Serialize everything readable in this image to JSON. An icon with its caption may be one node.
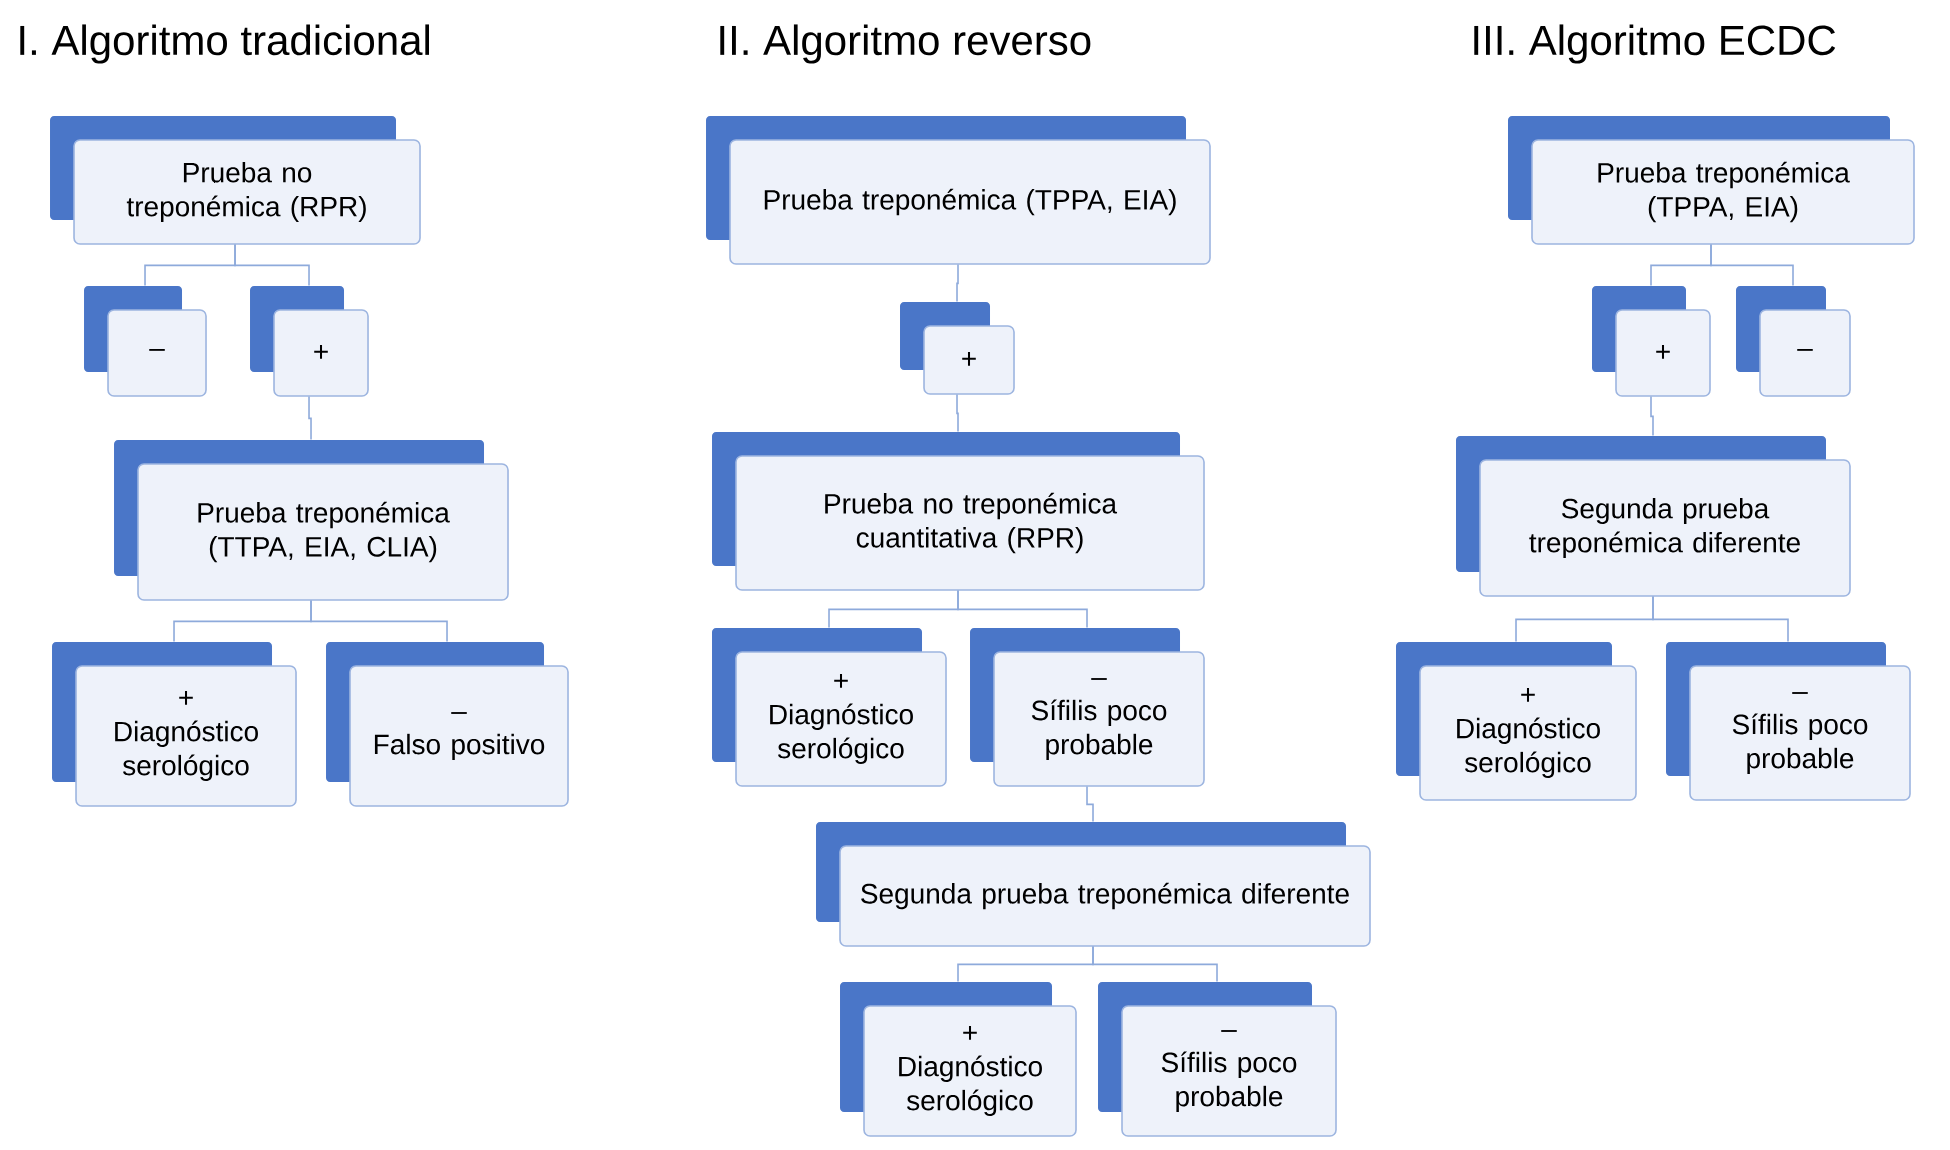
{
  "diagram": {
    "nodes": [
      {
        "text": [
          "Prueba no treponémica (RPR)"
        ]
      },
      {
        "text": [
          "–"
        ]
      },
      {
        "text": [
          "+"
        ]
      },
      {
        "text": [
          "Prueba treponémica (TTPA, EIA, CLIA)"
        ]
      },
      {
        "text": [
          "+",
          "Diagnóstico serológico"
        ]
      },
      {
        "text": [
          "–",
          "Falso positivo"
        ]
      },
      {
        "text": [
          "Prueba treponémica (TPPA, EIA)"
        ]
      },
      {
        "text": [
          "+"
        ]
      },
      {
        "text": [
          "Prueba no treponémica cuantitativa (RPR)"
        ]
      },
      {
        "text": [
          "+",
          "Diagnóstico serológico"
        ]
      },
      {
        "text": [
          "–",
          "Sífilis poco probable"
        ]
      },
      {
        "text": [
          "Segunda prueba treponémica diferente"
        ]
      },
      {
        "text": [
          "+",
          "Diagnóstico serológico"
        ]
      },
      {
        "text": [
          "–",
          "Sífilis poco probable"
        ]
      },
      {
        "text": [
          "Prueba treponémica (TPPA, EIA)"
        ]
      },
      {
        "text": [
          "+"
        ]
      },
      {
        "text": [
          "–"
        ]
      },
      {
        "text": [
          "Segunda prueba treponémica diferente"
        ]
      },
      {
        "text": [
          "+",
          "Diagnóstico serológico"
        ]
      },
      {
        "text": [
          "–",
          "Sífilis poco probable"
        ]
      }
    ],
    "edges": [
      {
        "from": 0,
        "to": 1,
        "arrow": "none"
      },
      {
        "from": 0,
        "to": 2,
        "arrow": "none"
      },
      {
        "from": 2,
        "to": 3,
        "arrow": "none"
      },
      {
        "from": 3,
        "to": 4,
        "arrow": "none"
      },
      {
        "from": 3,
        "to": 5,
        "arrow": "none"
      },
      {
        "from": 6,
        "to": 7,
        "arrow": "none"
      },
      {
        "from": 7,
        "to": 8,
        "arrow": "none"
      },
      {
        "from": 8,
        "to": 9,
        "arrow": "none"
      },
      {
        "from": 8,
        "to": 10,
        "arrow": "none"
      },
      {
        "from": 10,
        "to": 11,
        "arrow": "none"
      },
      {
        "from": 11,
        "to": 12,
        "arrow": "none"
      },
      {
        "from": 11,
        "to": 13,
        "arrow": "none"
      },
      {
        "from": 14,
        "to": 15,
        "arrow": "none"
      },
      {
        "from": 14,
        "to": 16,
        "arrow": "none"
      },
      {
        "from": 15,
        "to": 17,
        "arrow": "none"
      },
      {
        "from": 17,
        "to": 18,
        "arrow": "none"
      },
      {
        "from": 17,
        "to": 19,
        "arrow": "none"
      }
    ],
    "labels": [
      "I. Algoritmo tradicional",
      "II. Algoritmo reverso",
      "III. Algoritmo ECDC"
    ]
  }
}
